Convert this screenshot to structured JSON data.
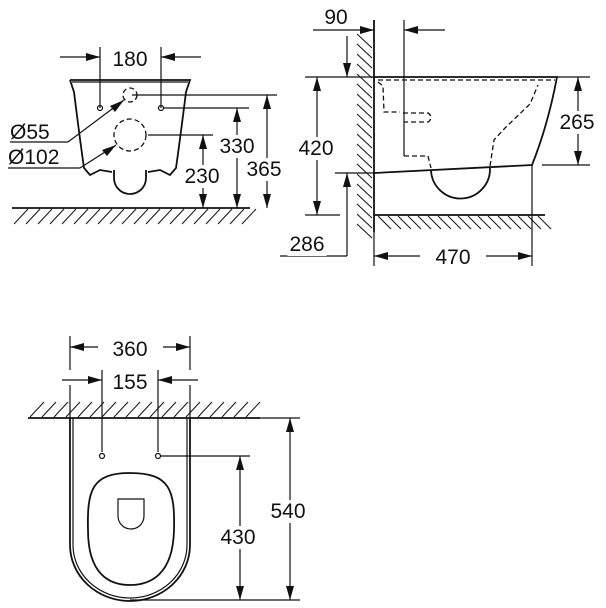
{
  "front_view": {
    "width_between_holes": "180",
    "inlet_diameter": "Ø55",
    "outlet_diameter": "Ø102",
    "outlet_height": "230",
    "fixing_hole_height": "330",
    "inlet_height": "365"
  },
  "side_view": {
    "wall_offset": "90",
    "rim_height": "420",
    "bottom_height": "286",
    "bowl_height": "265",
    "projection": "470"
  },
  "top_view": {
    "width": "360",
    "fixing_hole_spacing": "155",
    "length": "540",
    "fixing_hole_to_front": "430"
  },
  "colors": {
    "line": "#111111",
    "background": "#ffffff"
  }
}
